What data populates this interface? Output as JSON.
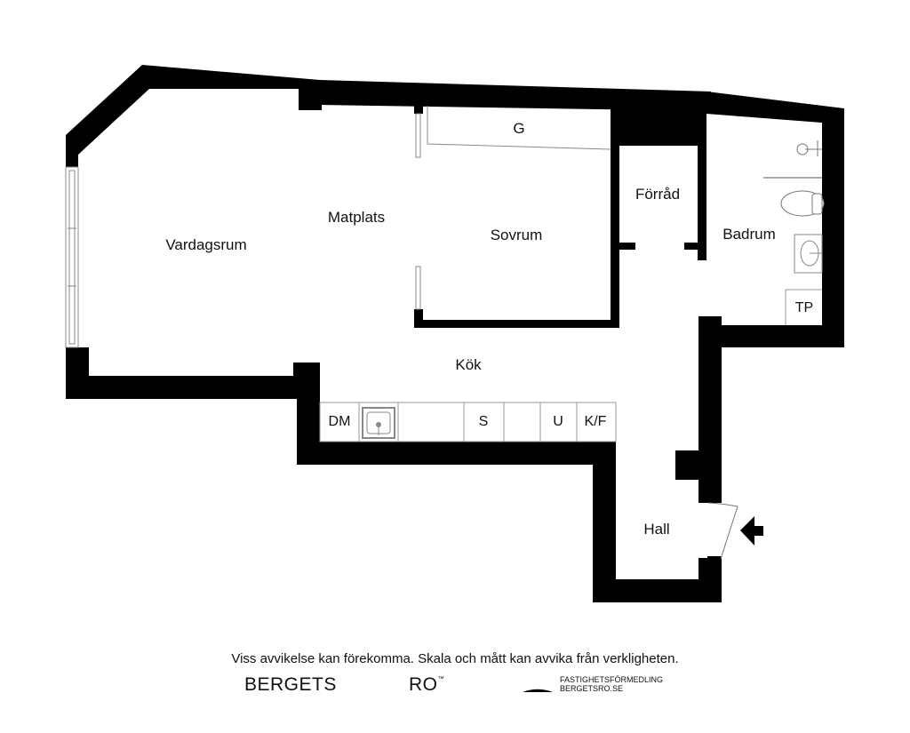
{
  "rooms": {
    "vardagsrum": "Vardagsrum",
    "matplats": "Matplats",
    "sovrum": "Sovrum",
    "garderob": "G",
    "forrad": "Förråd",
    "badrum": "Badrum",
    "kok": "Kök",
    "hall": "Hall"
  },
  "fixtures": {
    "diskmaskin": "DM",
    "spis": "S",
    "ugn": "U",
    "kyl_frys": "K/F",
    "tvattpelare": "TP"
  },
  "footer": {
    "disclaimer": "Viss avvikelse kan förekomma. Skala och mått kan avvika från verkligheten.",
    "brand_left": "BERGETS",
    "brand_right": "RO",
    "brand_tm": "™",
    "brand_line1": "FASTIGHETSFÖRMEDLING",
    "brand_line2": "BERGETSRO.SE"
  },
  "colors": {
    "wall": "#000000",
    "fixture_line": "#888888",
    "background": "#ffffff"
  }
}
